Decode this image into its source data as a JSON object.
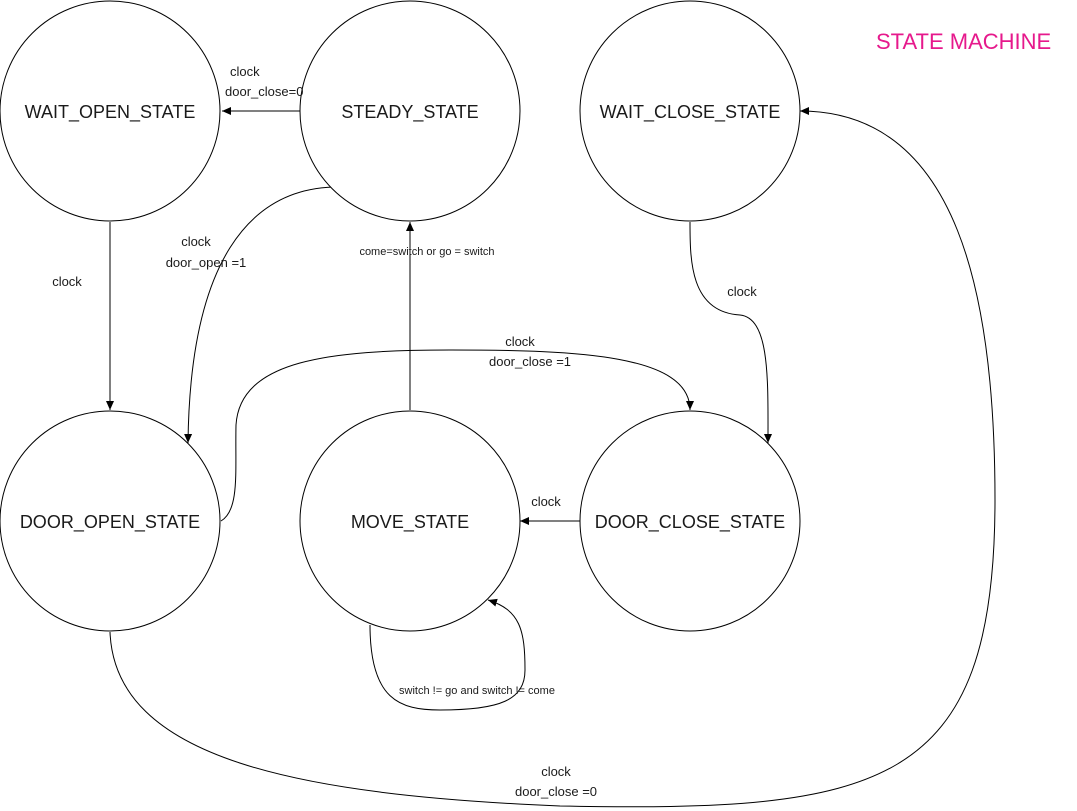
{
  "title": "STATE MACHINE",
  "colors": {
    "title": "#e6198c",
    "stroke": "#000000",
    "text": "#1a1a1a"
  },
  "states": {
    "wait_open": "WAIT_OPEN_STATE",
    "steady": "STEADY_STATE",
    "wait_close": "WAIT_CLOSE_STATE",
    "door_open": "DOOR_OPEN_STATE",
    "move": "MOVE_STATE",
    "door_close": "DOOR_CLOSE_STATE"
  },
  "transitions": {
    "steady_to_wait_open": [
      "clock",
      "door_close=0"
    ],
    "steady_to_door_open": [
      "clock",
      "door_open =1"
    ],
    "wait_open_to_door_open": [
      "clock"
    ],
    "move_to_steady": [
      "come=switch or go = switch"
    ],
    "door_open_to_door_close": [
      "clock",
      "door_close =1"
    ],
    "wait_close_to_door_close": [
      "clock"
    ],
    "door_close_to_move": [
      "clock"
    ],
    "move_self_loop": [
      "switch != go and switch != come"
    ],
    "door_open_to_wait_close": [
      "clock",
      "door_close =0"
    ]
  }
}
